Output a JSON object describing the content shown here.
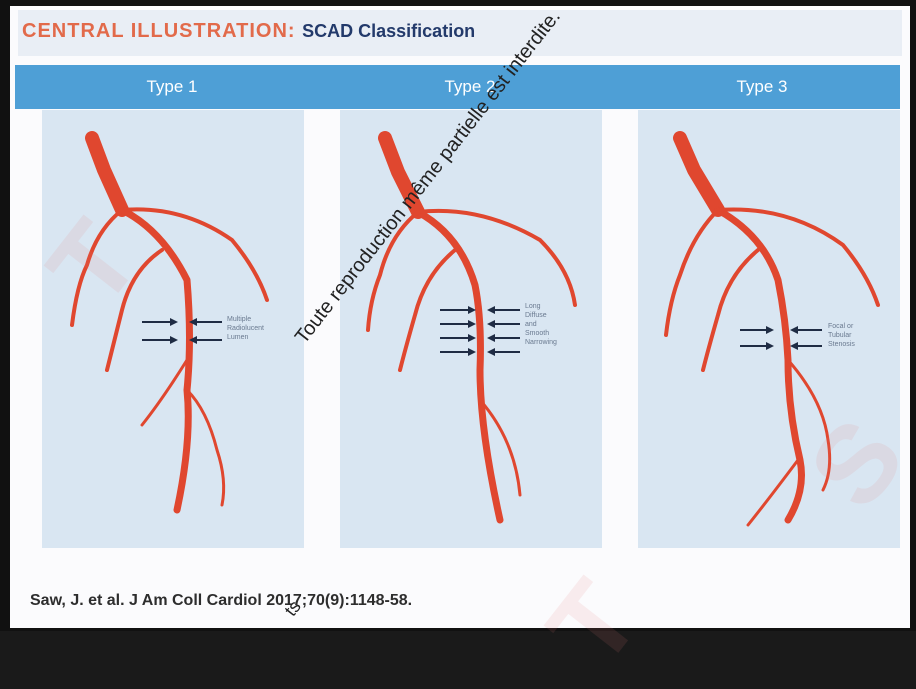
{
  "header": {
    "title_keyword": "CENTRAL ILLUSTRATION:",
    "title_rest": "SCAD Classification"
  },
  "types": [
    {
      "label": "Type 1",
      "annotation": [
        "Multiple",
        "Radiolucent",
        "Lumen"
      ]
    },
    {
      "label": "Type 2",
      "annotation": [
        "Long",
        "Diffuse",
        "and",
        "Smooth",
        "Narrowing"
      ]
    },
    {
      "label": "Type 3",
      "annotation": [
        "Focal or",
        "Tubular",
        "Stenosis"
      ]
    }
  ],
  "citation": "Saw, J. et al. J Am Coll Cardiol 2017;70(9):1148-58.",
  "watermark": "Toute reproduction même partielle est interdite.",
  "watermark_fragment": "ts",
  "colors": {
    "vessel": "#e0472f",
    "band": "#4e9fd6",
    "panel": "#d9e6f2",
    "title_accent": "#e26a4a",
    "title_dark": "#233a6b"
  }
}
